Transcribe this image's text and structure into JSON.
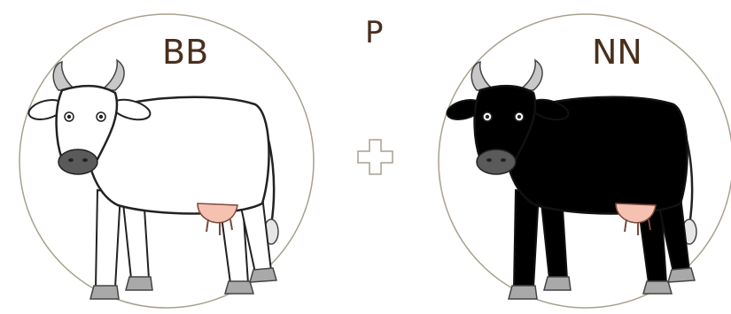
{
  "generation_label": "P",
  "left_parent": {
    "genotype": "BB",
    "coat_color": "#ffffff"
  },
  "right_parent": {
    "genotype": "NN",
    "coat_color": "#000000"
  },
  "cross_symbol": "plus-sign",
  "colors": {
    "label_text": "#4a2f1d",
    "circle_border": "#a8a08f",
    "udder": "#f5c1b0",
    "hoof": "#a9a9a9",
    "horn": "#c8c8c8",
    "muzzle": "#5a5a5a"
  }
}
